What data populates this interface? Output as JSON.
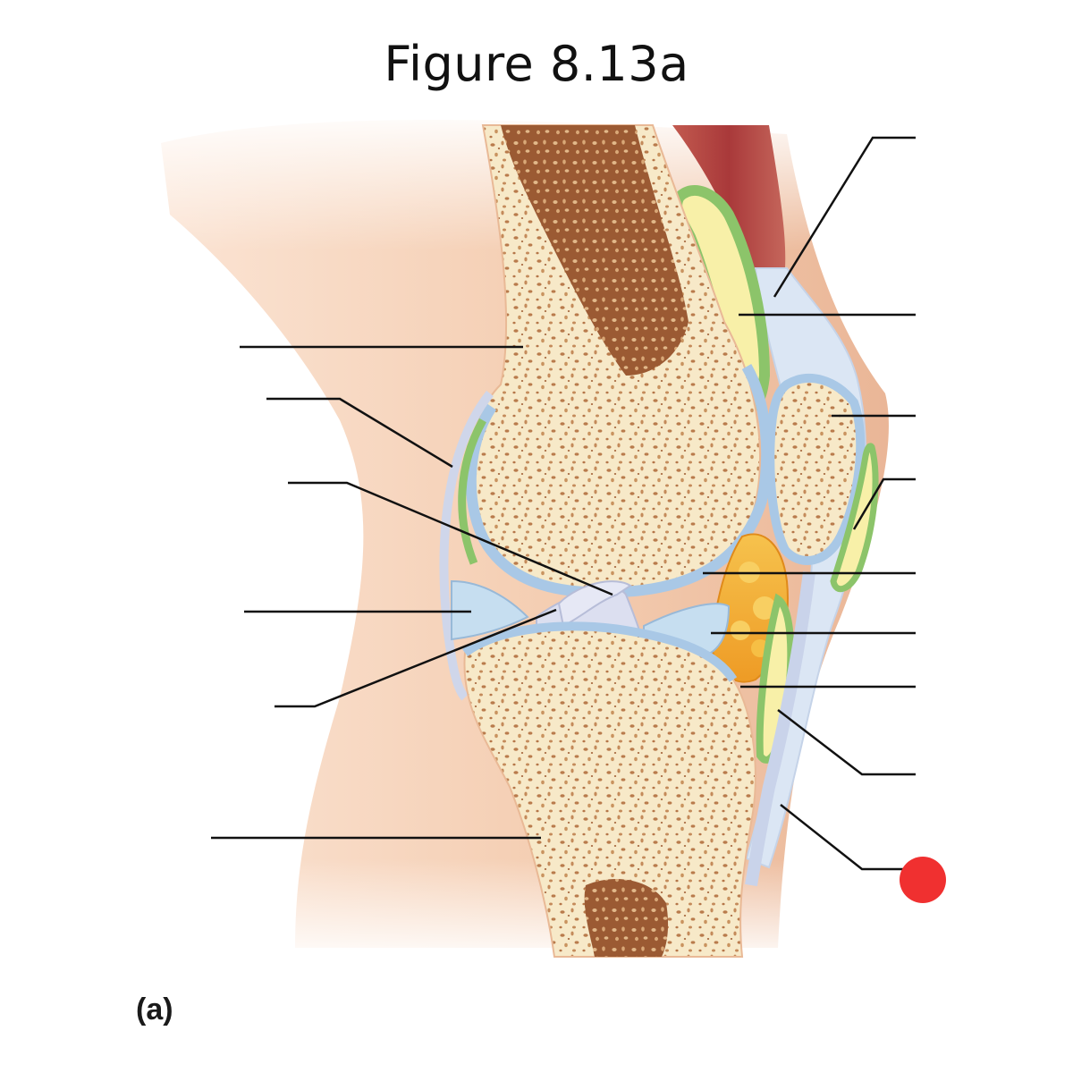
{
  "figure": {
    "title": "Figure 8.13a",
    "panel_label": "(a)"
  },
  "colors": {
    "skin": "#f0c3a4",
    "bone": "#f7e9c8",
    "marrow": "#9b5a33",
    "cartilage": "#a9c8e6",
    "synovial_membrane": "#8cc46a",
    "fat_pad": "#f2a833",
    "muscle": "#b4453f",
    "tendon": "#dbe6f4",
    "answer_marker": "#f03030"
  },
  "labels": {
    "left_count": 6,
    "right_count": 9,
    "answer_marker": {
      "shape": "circle",
      "side": "right",
      "position_in_column": 9
    }
  }
}
